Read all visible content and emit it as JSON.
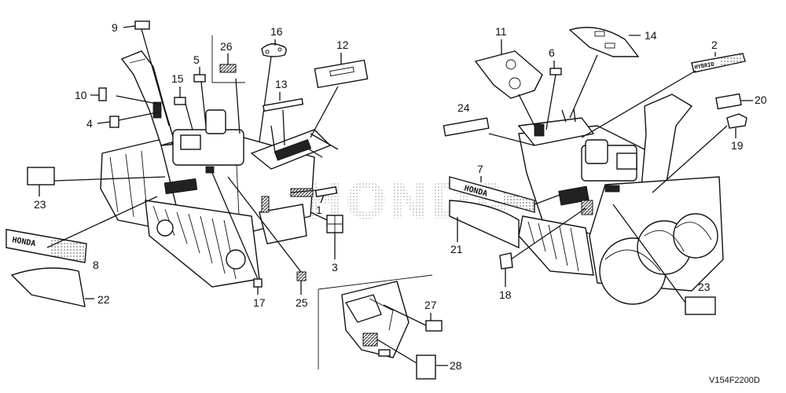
{
  "callouts": {
    "c1": "1",
    "c2": "2",
    "c3": "3",
    "c4": "4",
    "c5": "5",
    "c6": "6",
    "c7": "7",
    "c8": "8",
    "c9": "9",
    "c10": "10",
    "c11": "11",
    "c12": "12",
    "c13": "13",
    "c14": "14",
    "c15": "15",
    "c16": "16",
    "c17": "17",
    "c18": "18",
    "c19": "19",
    "c20": "20",
    "c21": "21",
    "c22": "22",
    "c23a": "23",
    "c23b": "23",
    "c24": "24",
    "c25": "25",
    "c26": "26",
    "c27": "27",
    "c28": "28"
  },
  "decal_text": {
    "honda_large": "HONDA",
    "honda_small": "HONDA",
    "hybrid": "HYBRID",
    "watermark": "HONDA"
  },
  "diagram_code": "V154F2200D"
}
